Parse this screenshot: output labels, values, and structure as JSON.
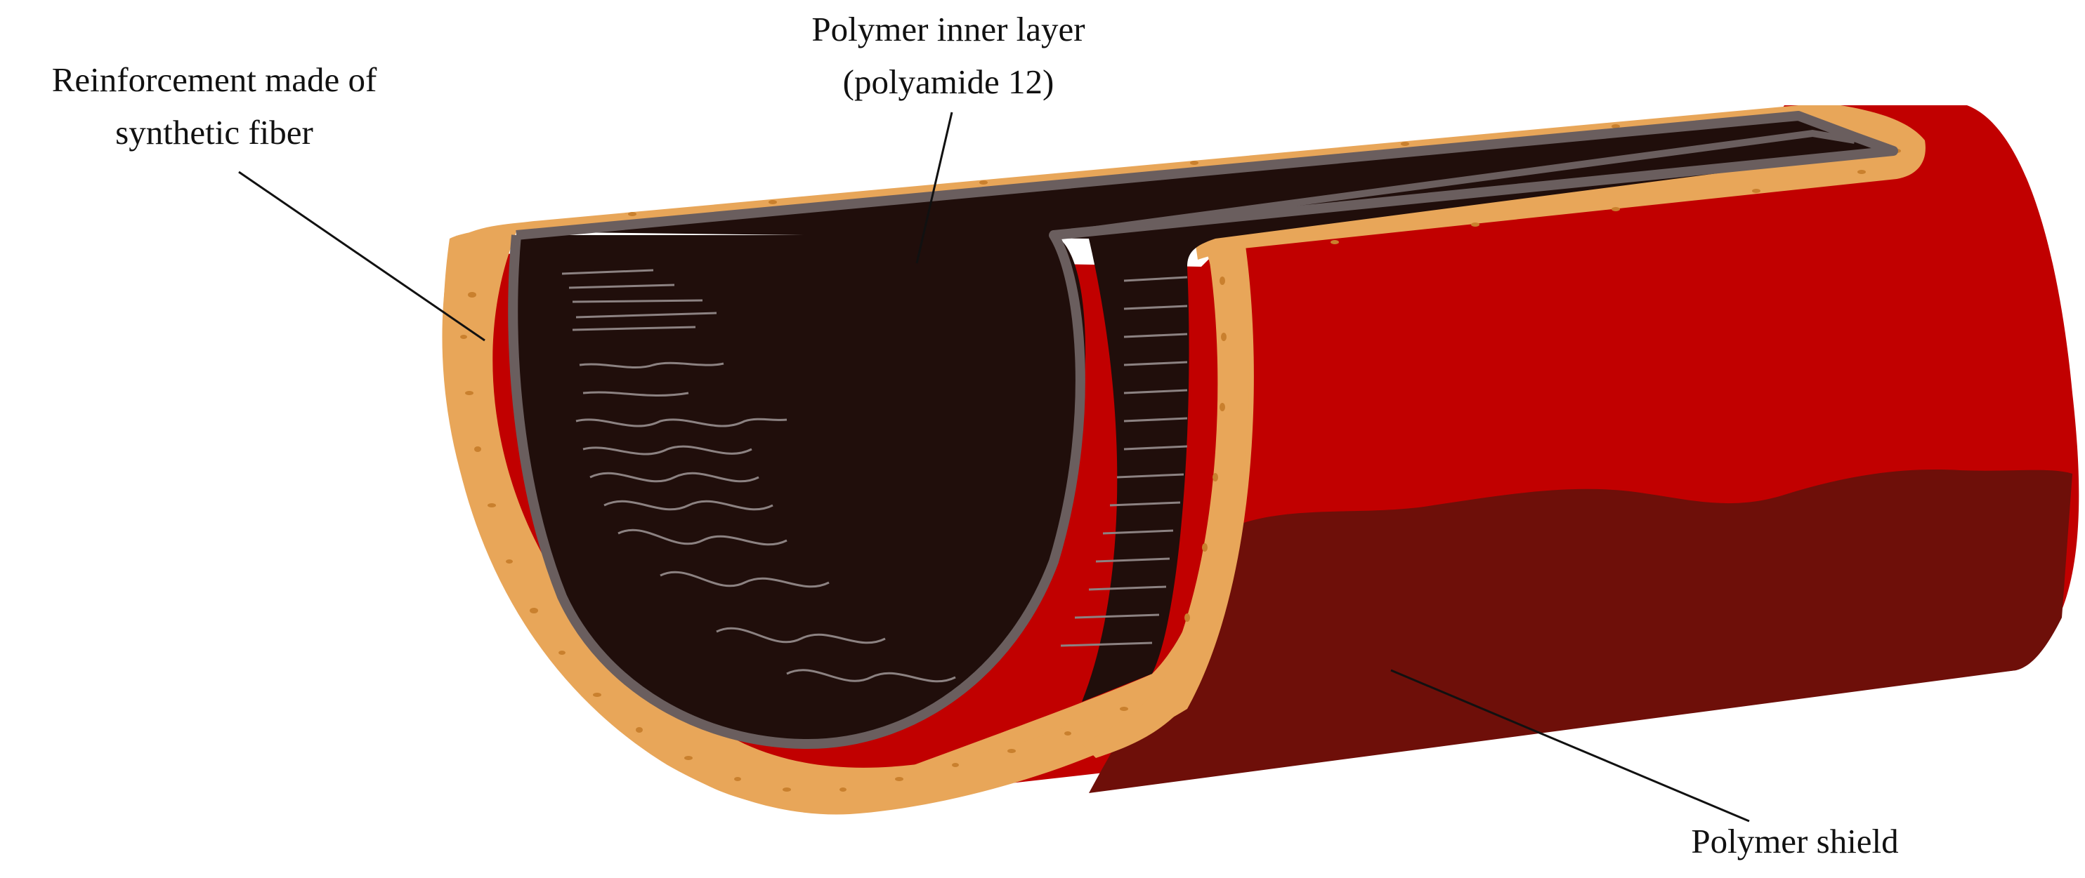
{
  "labels": {
    "reinforcement_line1": "Reinforcement made of",
    "reinforcement_line2": "synthetic fiber",
    "inner_layer_line1": "Polymer inner layer",
    "inner_layer_line2": "(polyamide 12)",
    "shield": "Polymer shield"
  },
  "colors": {
    "shield_red": "#c10000",
    "shield_shadow": "#6e0f09",
    "fiber_tan": "#e8a659",
    "fiber_speck": "#c9802e",
    "inner_dark": "#200e0b",
    "inner_rim": "#6a5e5e",
    "hatch": "#8c8282",
    "leader_line": "#111111"
  }
}
